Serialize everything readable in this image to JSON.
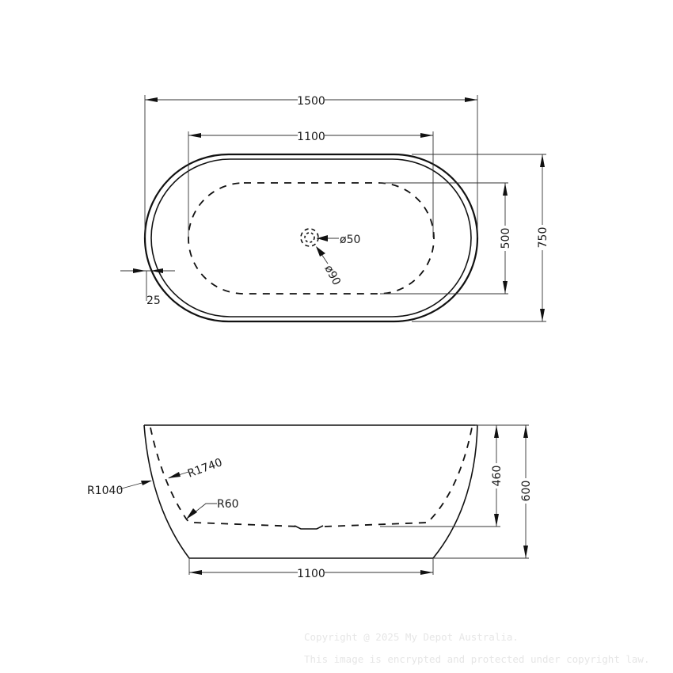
{
  "plan_view": {
    "overall_length": "1500",
    "inner_length": "1100",
    "overall_width": "750",
    "inner_width": "500",
    "rim_thickness": "25",
    "waste_outer_dia": "ø50",
    "waste_inner_dia": "ø90"
  },
  "elevation_view": {
    "outer_radius": "R1040",
    "inner_wall_radius": "R1740",
    "inner_corner_radius": "R60",
    "inner_depth": "460",
    "overall_height": "600",
    "base_length": "1100"
  },
  "watermark": {
    "line1": "Copyright @ 2025 My Depot Australia.",
    "line2": "This image is encrypted and protected under copyright law."
  }
}
